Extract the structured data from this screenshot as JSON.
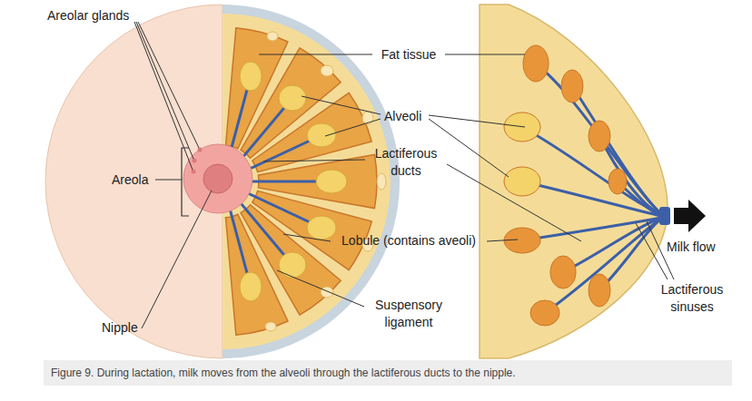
{
  "diagram": {
    "caption": "Figure 9. During lactation, milk moves from the alveoli through the lactiferous ducts to the nipple.",
    "labels": [
      "Areolar glands",
      "Areola",
      "Nipple",
      "Fat tissue",
      "Alveoli",
      "Lactiferous ducts",
      "Lobule (contains aveoli)",
      "Suspensory ligament",
      "Milk flow",
      "Lactiferous sinuses"
    ]
  }
}
